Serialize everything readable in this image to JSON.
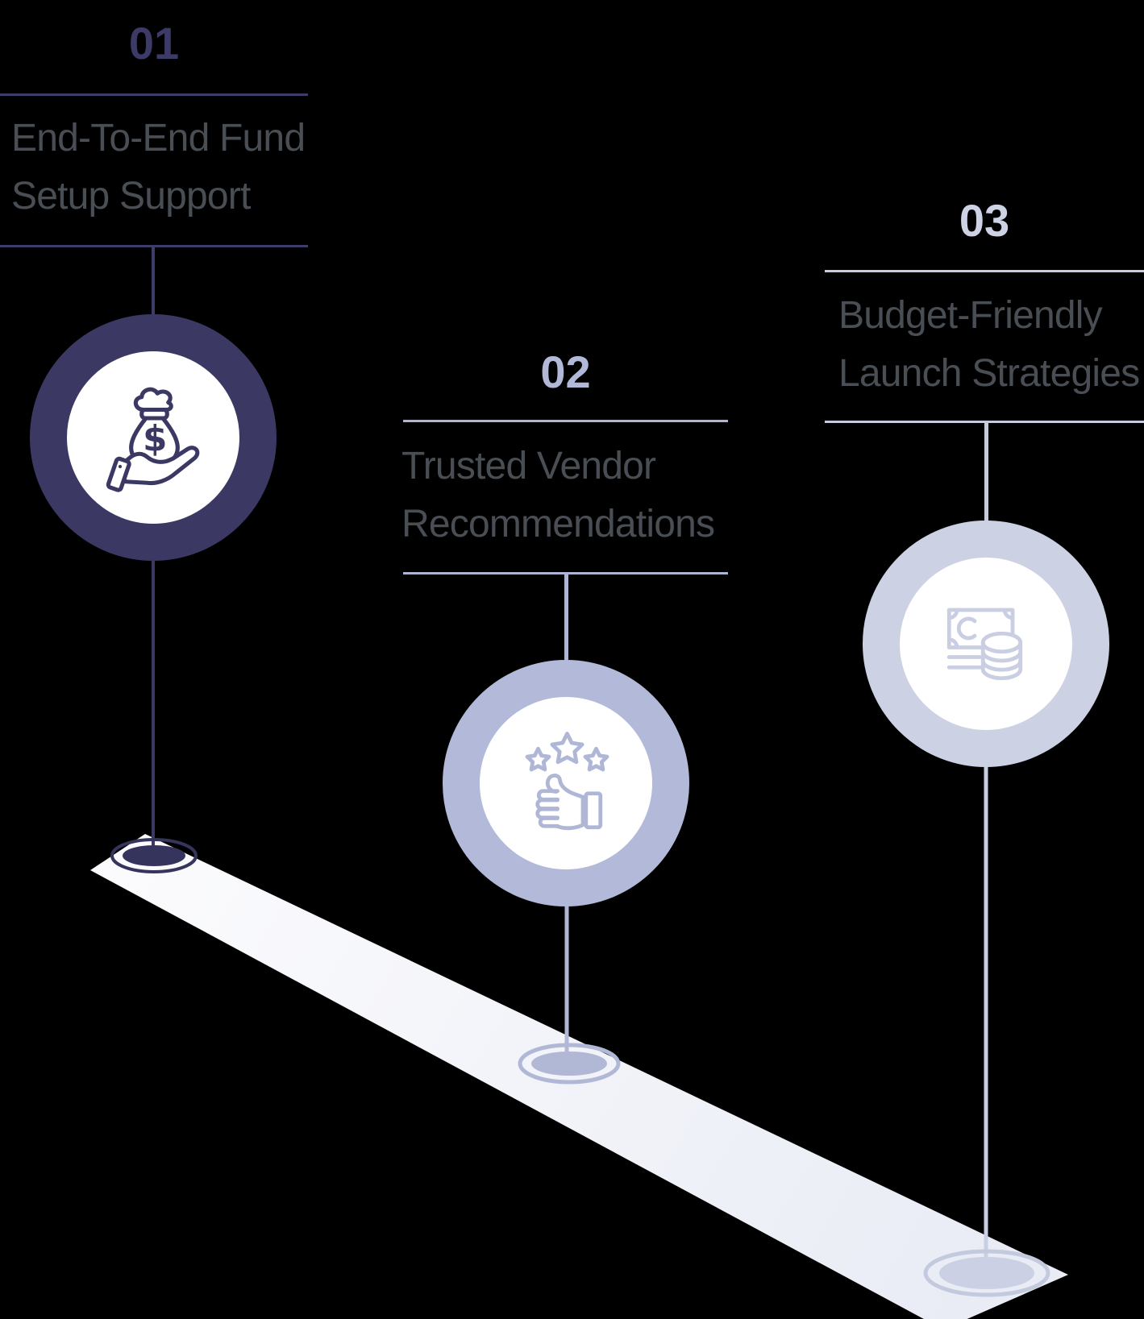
{
  "figure": {
    "type": "process-timeline",
    "background_color": "#000000",
    "ramp": {
      "name": "isometric-ramp",
      "color_start": "#fbfbfd",
      "color_end": "#e9ecf5"
    },
    "text_color": "#484e54",
    "steps": [
      {
        "number": "01",
        "title_line1": "End-To-End Fund",
        "title_line2": "Setup Support",
        "accent_color": "#3b3963",
        "icon": "money-bag-in-hand-icon"
      },
      {
        "number": "02",
        "title_line1": "Trusted Vendor",
        "title_line2": "Recommendations",
        "accent_color": "#b3b9d8",
        "icon": "thumbs-up-stars-icon"
      },
      {
        "number": "03",
        "title_line1": "Budget-Friendly",
        "title_line2": "Launch Strategies",
        "accent_color": "#ccd1e4",
        "icon": "banknote-coins-icon"
      }
    ]
  }
}
